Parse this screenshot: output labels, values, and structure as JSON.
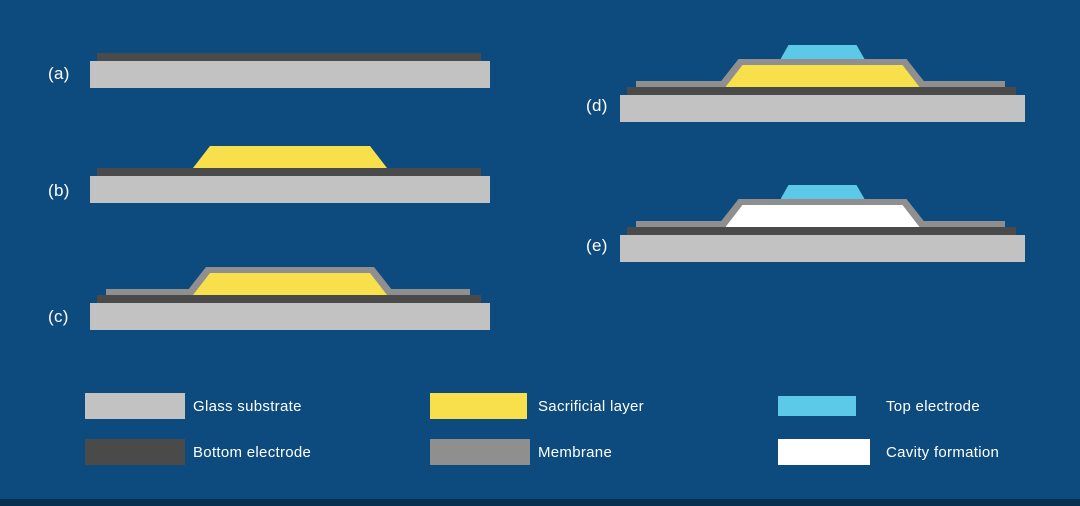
{
  "colors": {
    "background": "#0d4b7e",
    "footer_bar": "#05304f",
    "glass_substrate": "#c2c2c2",
    "bottom_electrode": "#4a4a4a",
    "sacrificial_layer": "#f7e04c",
    "membrane": "#8f8f8f",
    "top_electrode": "#5cc9e8",
    "cavity": "#ffffff",
    "text": "#ffffff"
  },
  "steps": [
    {
      "label": "(a)"
    },
    {
      "label": "(b)"
    },
    {
      "label": "(c)"
    },
    {
      "label": "(d)"
    },
    {
      "label": "(e)"
    }
  ],
  "legend": [
    {
      "label": "Glass substrate"
    },
    {
      "label": "Bottom electrode"
    },
    {
      "label": "Sacrificial layer"
    },
    {
      "label": "Membrane"
    },
    {
      "label": "Top electrode"
    },
    {
      "label": "Cavity formation"
    }
  ]
}
